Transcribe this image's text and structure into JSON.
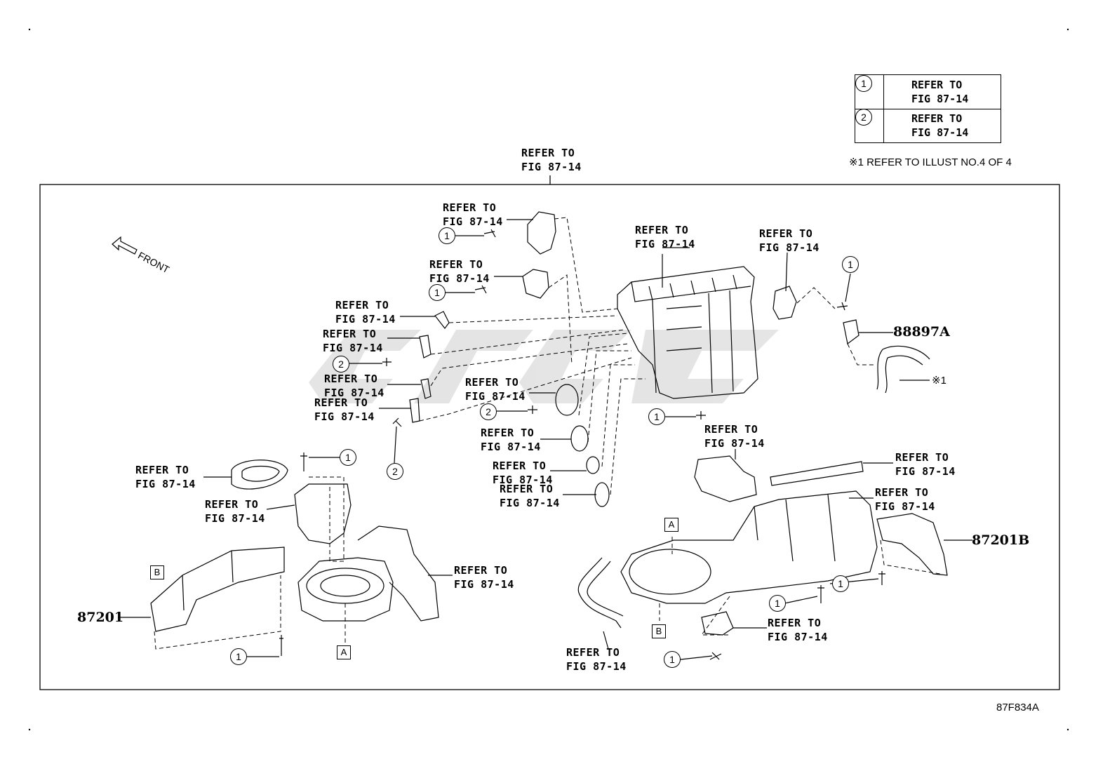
{
  "legend": {
    "rows": [
      {
        "num": "1",
        "text": "REFER TO\nFIG 87-14"
      },
      {
        "num": "2",
        "text": "REFER TO\nFIG 87-14"
      }
    ],
    "note": "※1 REFER TO ILLUST NO.4 OF 4"
  },
  "top_callout": "REFER TO\nFIG 87-14",
  "front_label": "FRONT",
  "part_numbers": {
    "p88897a": "88897A",
    "p87201": "87201",
    "p87201b": "87201B"
  },
  "note_marker": "※1",
  "illustration_id": "87F834A",
  "refer_labels": [
    "REFER TO\nFIG 87-14",
    "REFER TO\nFIG 87-14",
    "REFER TO\nFIG 87-14",
    "REFER TO\nFIG 87-14",
    "REFER TO\nFIG 87-14",
    "REFER TO\nFIG 87-14",
    "REFER TO\nFIG 87-14",
    "REFER TO\nFIG 87-14",
    "REFER TO\nFIG 87-14",
    "REFER TO\nFIG 87-14",
    "REFER TO\nFIG 87-14",
    "REFER TO\nFIG 87-14",
    "REFER TO\nFIG 87-14",
    "REFER TO\nFIG 87-14",
    "REFER TO\nFIG 87-14",
    "REFER TO\nFIG 87-14",
    "REFER TO\nFIG 87-14",
    "REFER TO\nFIG 87-14",
    "REFER TO\nFIG 87-14",
    "REFER TO\nFIG 87-14",
    "REFER TO\nFIG 87-14"
  ],
  "circle_one": "1",
  "circle_two": "2",
  "box_a": "A",
  "box_b": "B"
}
